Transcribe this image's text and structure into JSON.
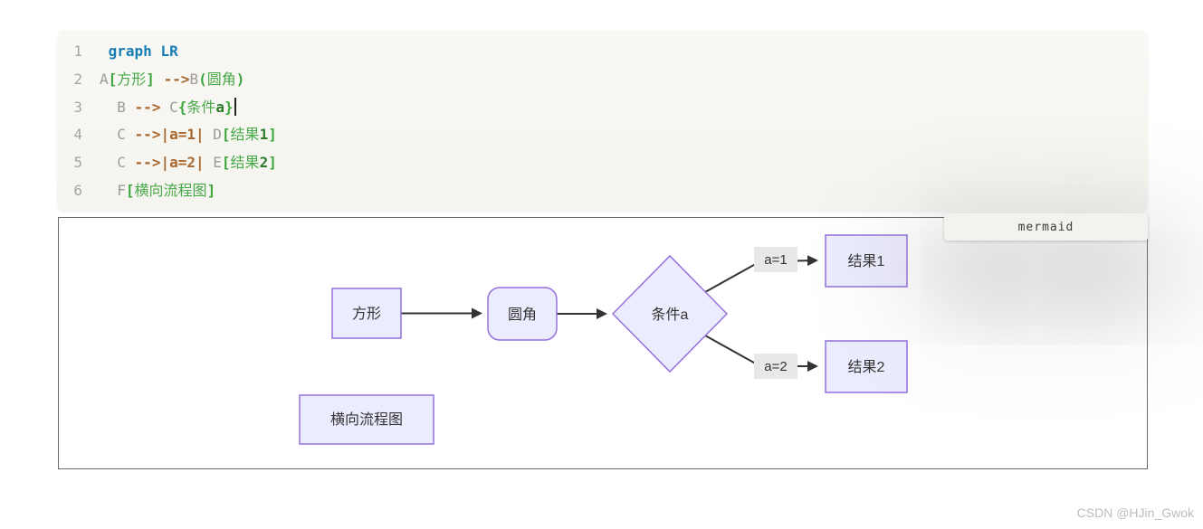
{
  "colors": {
    "keyword_blue": "#187db5",
    "plain_gray": "#9b9b9b",
    "arrow_brown": "#a8682f",
    "bracket_green": "#3da63d",
    "text_green": "#48a948",
    "strong_green": "#2c7c2c",
    "line_number_gray": "#a5a5a5",
    "node_fill": "#ececff",
    "node_border": "#9370db",
    "edge_color": "#333333",
    "edge_label_bg": "#e8e8e8",
    "code_bg": "#f9f8f4",
    "frame_border": "#6b6b6b",
    "tooltip_bg": "#f4f2ee",
    "watermark_gray": "#b9bdc3",
    "diagram_text": "#333333"
  },
  "code_editor": {
    "lines": [
      {
        "num": "1",
        "indent": 1,
        "tokens": [
          {
            "t": "graph LR",
            "c": "kw"
          }
        ]
      },
      {
        "num": "2",
        "indent": 0,
        "tokens": [
          {
            "t": "A",
            "c": "plain"
          },
          {
            "t": "[",
            "c": "bracket"
          },
          {
            "t": "方形",
            "c": "str"
          },
          {
            "t": "]",
            "c": "bracket"
          },
          {
            "t": " ",
            "c": "plain"
          },
          {
            "t": "-->",
            "c": "arrow"
          },
          {
            "t": "B",
            "c": "plain"
          },
          {
            "t": "(",
            "c": "bracket"
          },
          {
            "t": "圆角",
            "c": "str"
          },
          {
            "t": ")",
            "c": "bracket"
          }
        ]
      },
      {
        "num": "3",
        "indent": 2,
        "cursor": true,
        "tokens": [
          {
            "t": "B",
            "c": "plain"
          },
          {
            "t": " ",
            "c": "plain"
          },
          {
            "t": "-->",
            "c": "arrow"
          },
          {
            "t": " ",
            "c": "plain"
          },
          {
            "t": "C",
            "c": "plain"
          },
          {
            "t": "{",
            "c": "bracket"
          },
          {
            "t": "条件",
            "c": "str"
          },
          {
            "t": "a",
            "c": "strong"
          },
          {
            "t": "}",
            "c": "bracket"
          }
        ]
      },
      {
        "num": "4",
        "indent": 2,
        "tokens": [
          {
            "t": "C",
            "c": "plain"
          },
          {
            "t": " ",
            "c": "plain"
          },
          {
            "t": "-->",
            "c": "arrow"
          },
          {
            "t": "|a=1|",
            "c": "edgelabel"
          },
          {
            "t": " ",
            "c": "plain"
          },
          {
            "t": "D",
            "c": "plain"
          },
          {
            "t": "[",
            "c": "bracket"
          },
          {
            "t": "结果",
            "c": "str"
          },
          {
            "t": "1",
            "c": "strong"
          },
          {
            "t": "]",
            "c": "bracket"
          }
        ]
      },
      {
        "num": "5",
        "indent": 2,
        "tokens": [
          {
            "t": "C",
            "c": "plain"
          },
          {
            "t": " ",
            "c": "plain"
          },
          {
            "t": "-->",
            "c": "arrow"
          },
          {
            "t": "|a=2|",
            "c": "edgelabel"
          },
          {
            "t": " ",
            "c": "plain"
          },
          {
            "t": "E",
            "c": "plain"
          },
          {
            "t": "[",
            "c": "bracket"
          },
          {
            "t": "结果",
            "c": "str"
          },
          {
            "t": "2",
            "c": "strong"
          },
          {
            "t": "]",
            "c": "bracket"
          }
        ]
      },
      {
        "num": "6",
        "indent": 2,
        "tokens": [
          {
            "t": "F",
            "c": "plain"
          },
          {
            "t": "[",
            "c": "bracket"
          },
          {
            "t": "横向流程图",
            "c": "str"
          },
          {
            "t": "]",
            "c": "bracket"
          }
        ]
      }
    ]
  },
  "diagram": {
    "language_label": "mermaid",
    "nodes": {
      "square": {
        "id": "A",
        "label": "方形",
        "shape": "rectangle"
      },
      "rounded": {
        "id": "B",
        "label": "圆角",
        "shape": "rounded"
      },
      "decision": {
        "id": "C",
        "label": "条件a",
        "shape": "diamond"
      },
      "result1": {
        "id": "D",
        "label": "结果1",
        "shape": "rectangle"
      },
      "result2": {
        "id": "E",
        "label": "结果2",
        "shape": "rectangle"
      },
      "standalone": {
        "id": "F",
        "label": "横向流程图",
        "shape": "rectangle"
      }
    },
    "edge_labels": {
      "a1": "a=1",
      "a2": "a=2"
    },
    "edges": [
      {
        "from": "方形",
        "to": "圆角",
        "label": ""
      },
      {
        "from": "圆角",
        "to": "条件a",
        "label": ""
      },
      {
        "from": "条件a",
        "to": "结果1",
        "label": "a=1"
      },
      {
        "from": "条件a",
        "to": "结果2",
        "label": "a=2"
      }
    ]
  },
  "watermark": "CSDN @HJin_Gwok"
}
